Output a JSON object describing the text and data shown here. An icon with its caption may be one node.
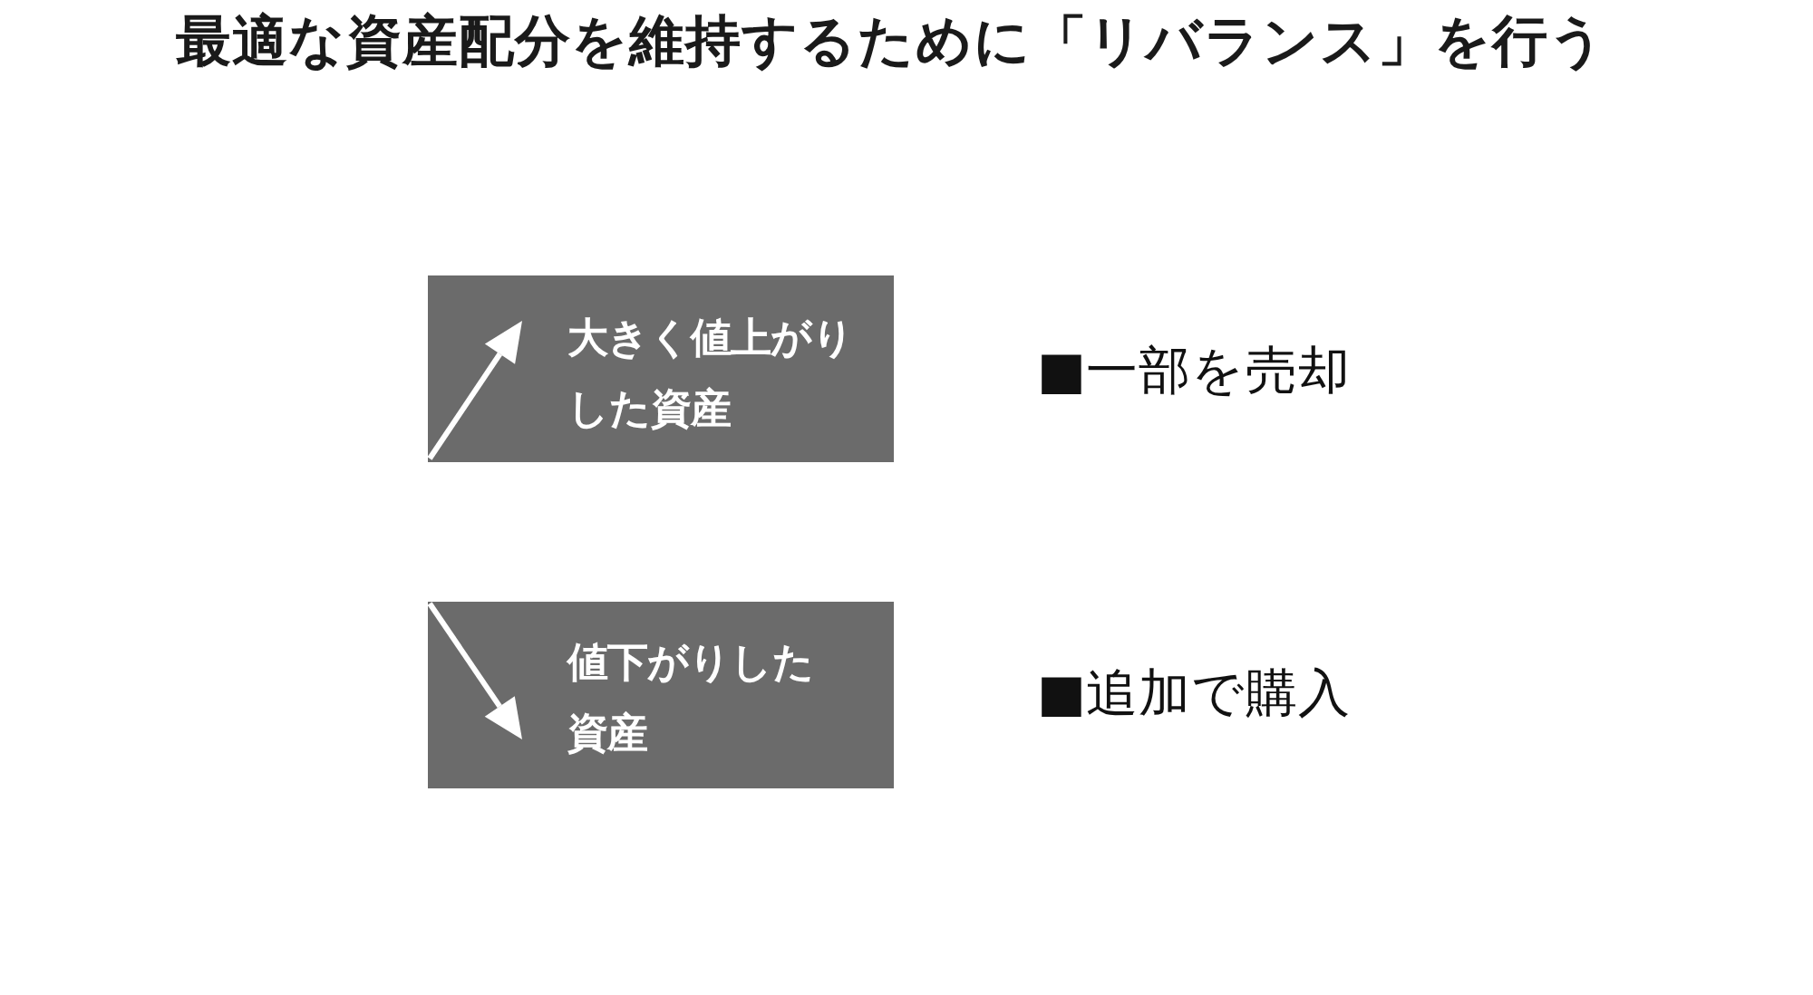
{
  "diagram": {
    "title": "最適な資産配分を維持するために「リバランス」を行う",
    "nodes": [
      {
        "text": [
          "大きく値上がりした資産"
        ],
        "beside": [
          "■一部を売却"
        ]
      },
      {
        "text": [
          "値下がりした資産"
        ],
        "beside": [
          "■追加で購入"
        ]
      }
    ]
  }
}
